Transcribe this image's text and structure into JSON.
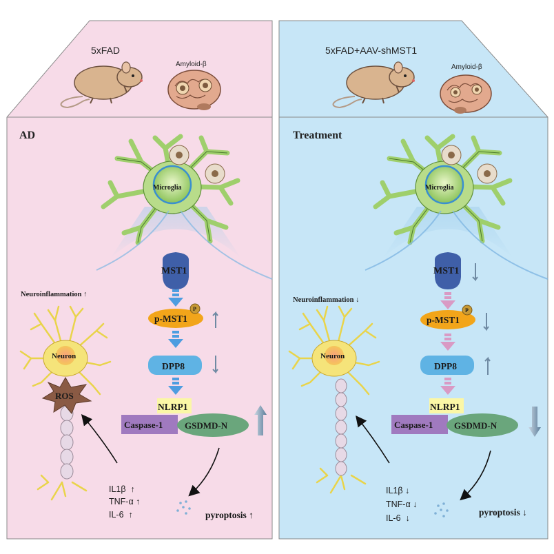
{
  "colors": {
    "ad_bg": "#f7dbe8",
    "treatment_bg": "#c7e6f7",
    "mst1": "#3f5fa8",
    "pmst1": "#f2a51a",
    "dpp8": "#5fb3e4",
    "nlrp1": "#fbf7a6",
    "caspase": "#a07abf",
    "gsdmd": "#6aa67c",
    "arrow_ad": "#4d9de0",
    "arrow_treatment": "#d99ac4",
    "ros": "#8a5a44",
    "microglia": "#9fcf6c",
    "neuron": "#f5e47a"
  },
  "ad": {
    "mouse_label": "5xFAD",
    "amyloid_label": "Amyloid-β",
    "panel_title": "AD",
    "microglia_label": "Microglia",
    "neuroinflammation": "Neuroinflammation ↑",
    "neuron_label": "Neuron",
    "ros_label": "ROS",
    "mst1": "MST1",
    "pmst1": "p-MST1",
    "phospho": "P",
    "dpp8": "DPP8",
    "nlrp1": "NLRP1",
    "caspase1": "Caspase-1",
    "gsdmd": "GSDMD-N",
    "cytokines": [
      "IL1β  ↑",
      "TNF-α ↑",
      "IL-6  ↑"
    ],
    "pyroptosis": "pyroptosis ↑",
    "pmst1_trend": "up",
    "dpp8_trend": "down",
    "gsdmd_trend": "up"
  },
  "treatment": {
    "mouse_label": "5xFAD+AAV-shMST1",
    "amyloid_label": "Amyloid-β",
    "panel_title": "Treatment",
    "microglia_label": "Microglia",
    "neuroinflammation": "Neuroinflammation ↓",
    "neuron_label": "Neuron",
    "mst1": "MST1",
    "pmst1": "p-MST1",
    "phospho": "P",
    "dpp8": "DPP8",
    "nlrp1": "NLRP1",
    "caspase1": "Caspase-1",
    "gsdmd": "GSDMD-N",
    "cytokines": [
      "IL1β ↓",
      "TNF-α ↓",
      "IL-6  ↓"
    ],
    "pyroptosis": "pyroptosis ↓",
    "mst1_trend": "down",
    "pmst1_trend": "down",
    "dpp8_trend": "up",
    "gsdmd_trend": "down"
  }
}
